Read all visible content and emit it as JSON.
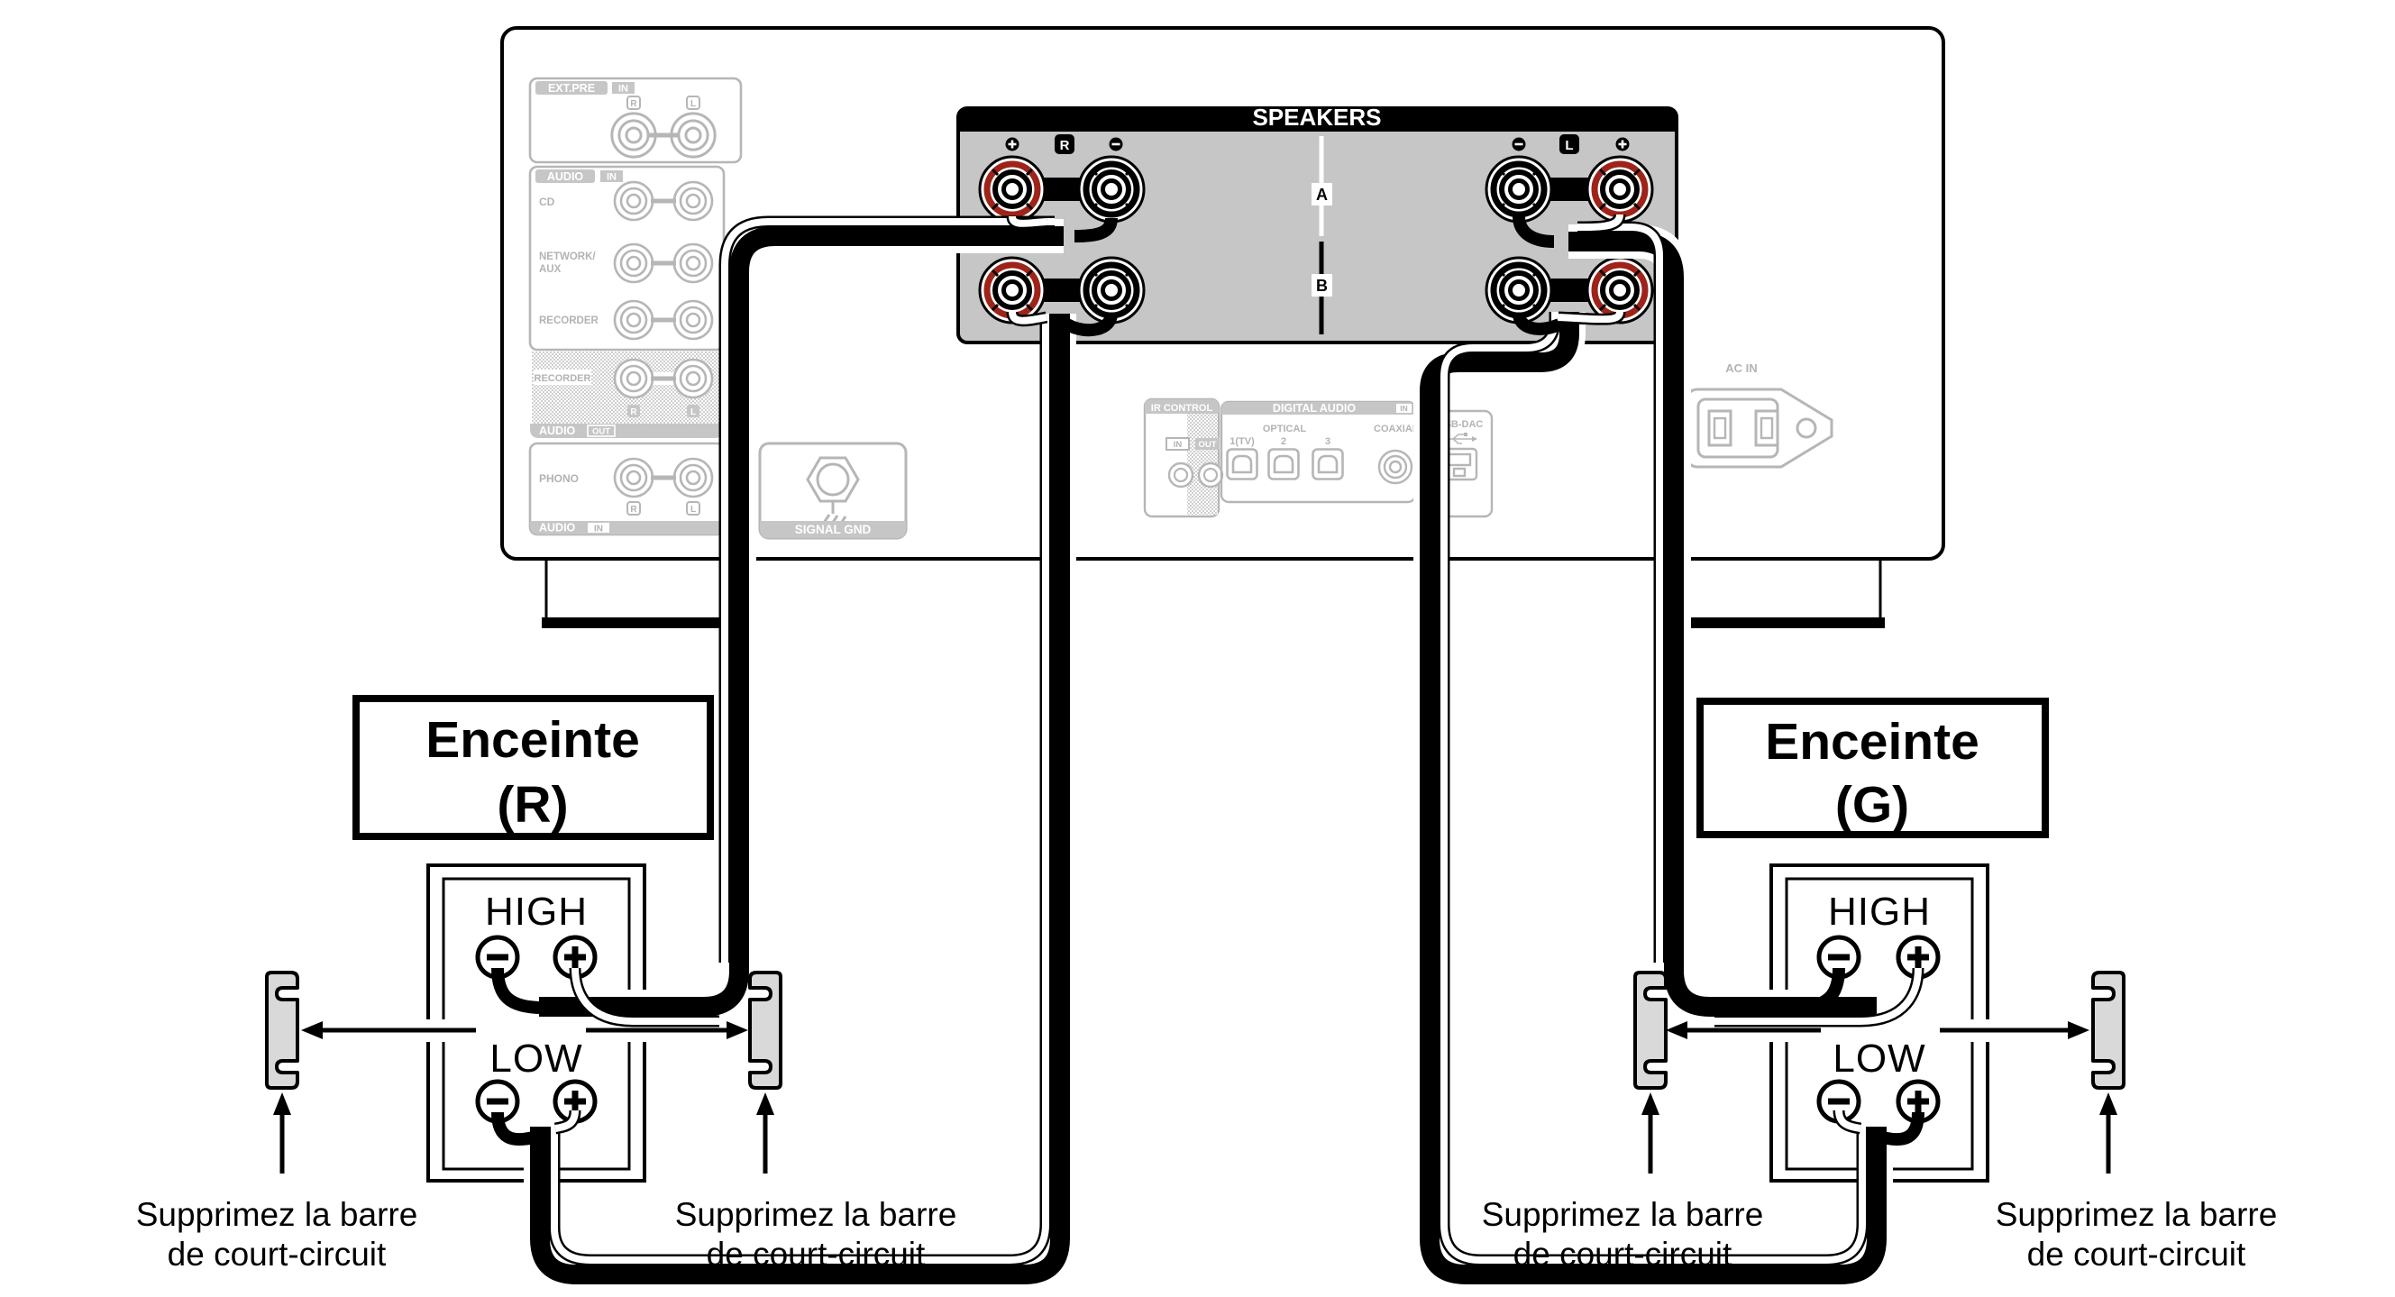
{
  "colors": {
    "panel_gray": "#c6c6c6",
    "line_gray": "#b6b6b6",
    "accent_red": "#9e2318",
    "bar_fill": "#d9d9d9",
    "black": "#000000"
  },
  "amplifier": {
    "ext_pre": {
      "label": "EXT.PRE",
      "badge": "IN",
      "r": "R",
      "l": "L"
    },
    "audio_in": {
      "label": "AUDIO",
      "badge": "IN",
      "row_cd": "CD",
      "row_network_1": "NETWORK/",
      "row_network_2": "AUX",
      "row_recorder": "RECORDER"
    },
    "audio_out": {
      "label": "AUDIO",
      "badge": "OUT",
      "row_recorder": "RECORDER",
      "r": "R",
      "l": "L"
    },
    "phono": {
      "label": "AUDIO",
      "badge": "IN",
      "row_phono": "PHONO",
      "r": "R",
      "l": "L"
    },
    "signal_gnd": {
      "label": "SIGNAL GND"
    },
    "speakers_panel": {
      "label": "SPEAKERS",
      "plus": "+",
      "minus": "−",
      "r": "R",
      "l": "L",
      "a": "A",
      "b": "B"
    },
    "ir_control": {
      "label": "IR CONTROL",
      "in": "IN",
      "out": "OUT"
    },
    "digital_audio": {
      "label": "DIGITAL AUDIO",
      "badge": "IN",
      "optical": "OPTICAL",
      "port1": "1(TV)",
      "port2": "2",
      "port3": "3",
      "coaxial": "COAXIAL"
    },
    "usb_dac": {
      "label": "USB-DAC"
    },
    "ac_in": {
      "label": "AC IN"
    }
  },
  "speaker_right": {
    "title_1": "Enceinte",
    "title_2": "(R)",
    "high": "HIGH",
    "low": "LOW"
  },
  "speaker_left": {
    "title_1": "Enceinte",
    "title_2": "(G)",
    "high": "HIGH",
    "low": "LOW"
  },
  "notes": [
    {
      "line1": "Supprimez la barre",
      "line2": "de court-circuit"
    },
    {
      "line1": "Supprimez la barre",
      "line2": "de court-circuit"
    },
    {
      "line1": "Supprimez la barre",
      "line2": "de court-circuit"
    },
    {
      "line1": "Supprimez la barre",
      "line2": "de court-circuit"
    }
  ]
}
